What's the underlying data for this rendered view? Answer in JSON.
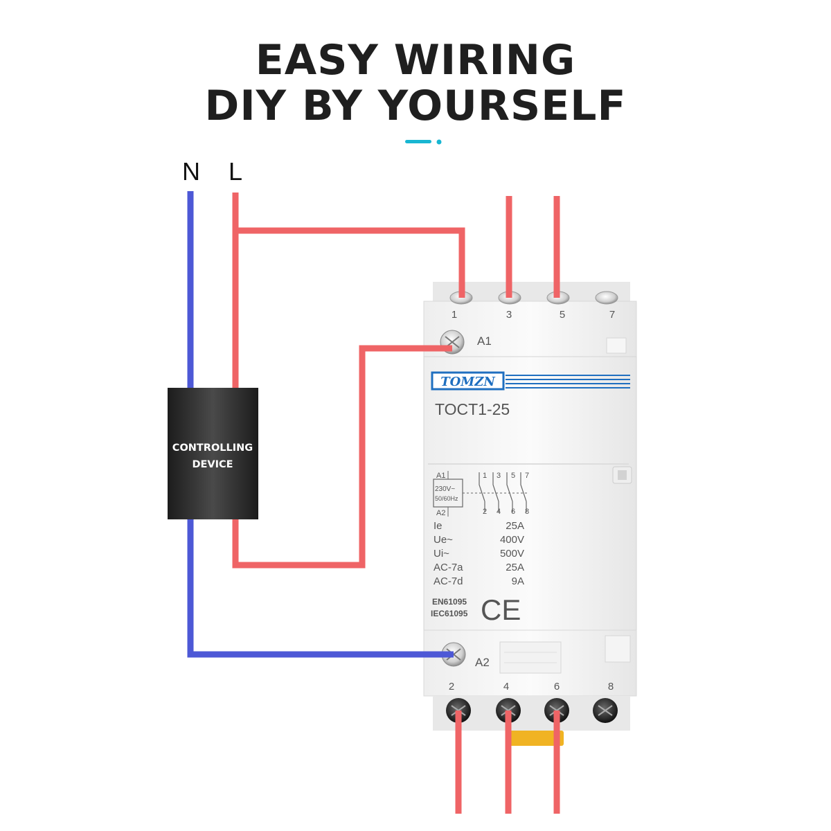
{
  "header": {
    "title_line1": "EASY WIRING",
    "title_line2": "DIY BY YOURSELF"
  },
  "wiring": {
    "neutral_label": "N",
    "line_label": "L",
    "control_device_line1": "CONTROLLING",
    "control_device_line2": "DEVICE"
  },
  "contactor": {
    "brand": "TOMZN",
    "model": "TOCT1-25",
    "top_terminals": [
      "1",
      "3",
      "5",
      "7"
    ],
    "bottom_terminals": [
      "2",
      "4",
      "6",
      "8"
    ],
    "coil_terminal_a1": "A1",
    "coil_terminal_a2": "A2",
    "schematic": {
      "a1": "A1",
      "a2": "A2",
      "coil_voltage": "230V~",
      "coil_freq": "50/60Hz",
      "contacts_top": [
        "1",
        "3",
        "5",
        "7"
      ],
      "contacts_bottom": [
        "2",
        "4",
        "6",
        "8"
      ]
    },
    "ratings": [
      {
        "label": "Ie",
        "value": "25A"
      },
      {
        "label": "Ue~",
        "value": "400V"
      },
      {
        "label": "Ui~",
        "value": "500V"
      },
      {
        "label": "AC-7a",
        "value": "25A"
      },
      {
        "label": "AC-7d",
        "value": "9A"
      }
    ],
    "standard_1": "EN61095",
    "standard_2": "IEC61095",
    "ce_mark": "CE"
  },
  "colors": {
    "line_wire": "#ef6466",
    "neutral_wire": "#4d58d6",
    "accent": "#18b6d2",
    "brand_blue": "#1f6fc0"
  }
}
